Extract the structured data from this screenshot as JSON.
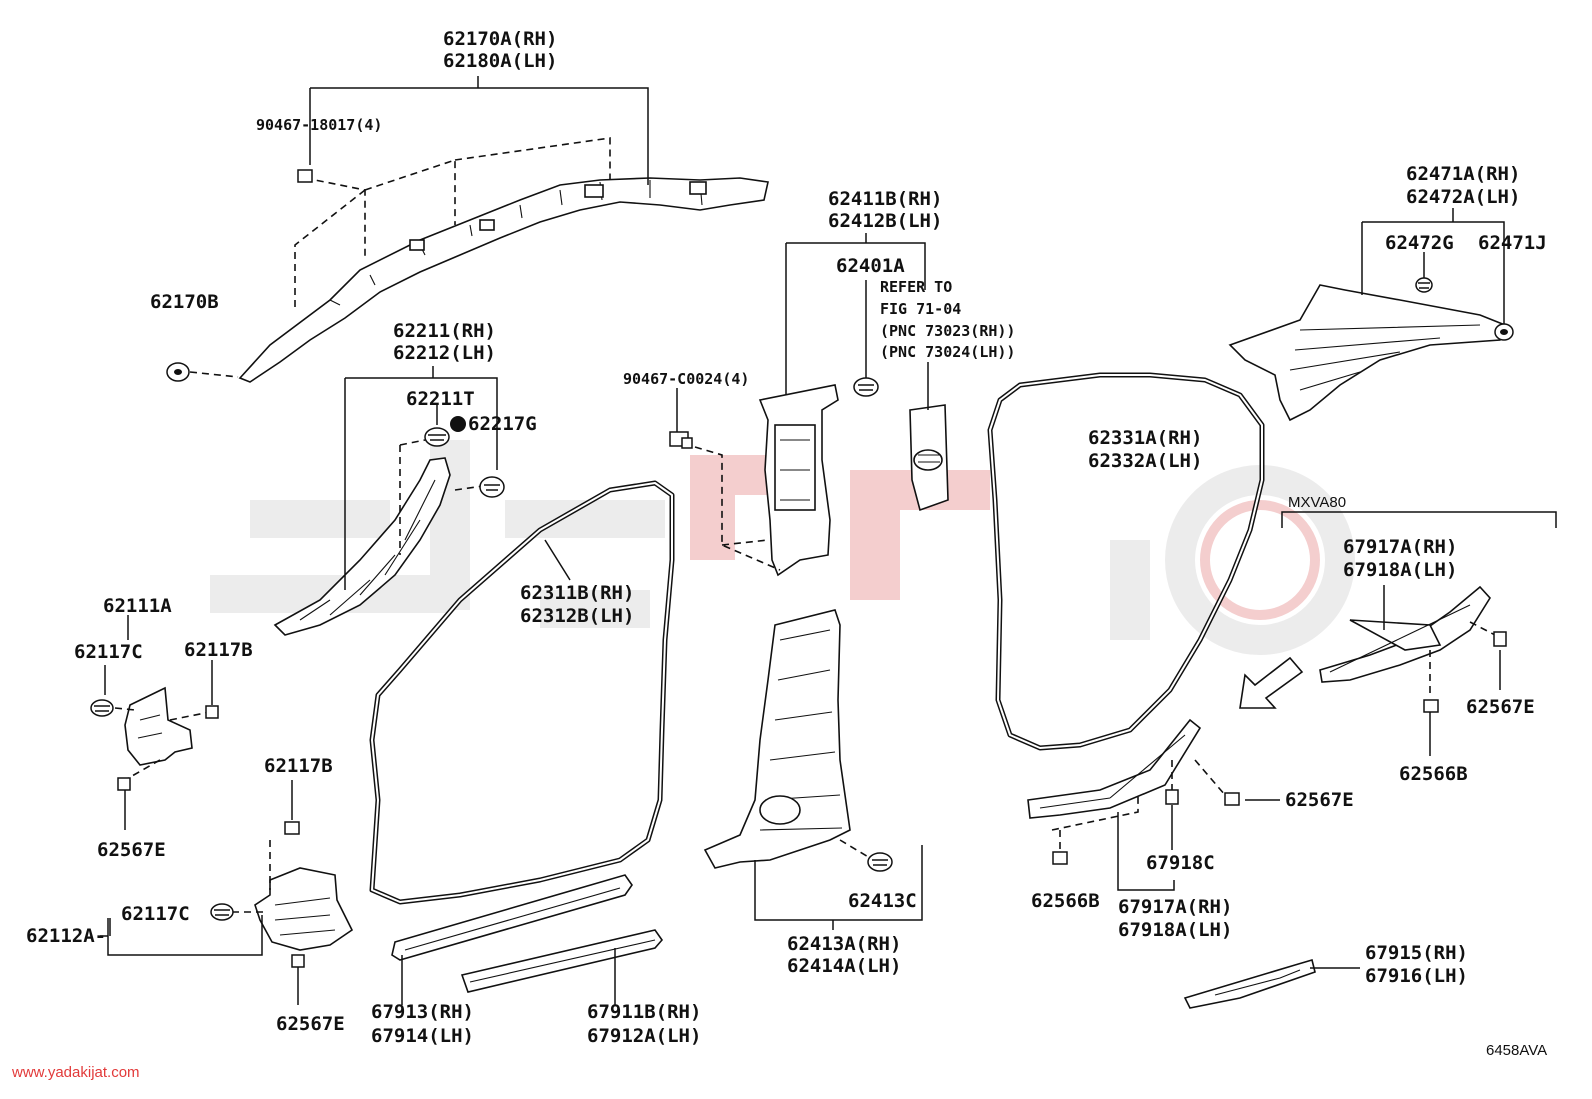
{
  "watermark": {
    "url": "www.yadakijat.com",
    "accent": "#e23a3a"
  },
  "diagram_code": "6458AVA",
  "labels": {
    "pillar_upper_rh": "62170A(RH)",
    "pillar_upper_lh": "62180A(LH)",
    "screw_18017": "90467-18017(4)",
    "clip_62170b": "62170B",
    "front_pillar_rh": "62211(RH)",
    "front_pillar_lh": "62212(LH)",
    "clip_62211t": "62211T",
    "clip_62217g": "62217G",
    "cowl_62111a": "62111A",
    "clip_62117c_top": "62117C",
    "clip_62117b_top": "62117B",
    "clip_62567e_left": "62567E",
    "clip_62117b_mid": "62117B",
    "cowl_62112a": "62112A-",
    "clip_62117c_bottom": "62117C",
    "clip_62567e_bottom": "62567E",
    "weatherstrip_front_rh": "62311B(RH)",
    "weatherstrip_front_lh": "62312B(LH)",
    "scuff_67913": "67913(RH)",
    "scuff_67914": "67914(LH)",
    "scuff_67911b": "67911B(RH)",
    "scuff_67912a": "67912A(LH)",
    "screw_c0024": "90467-C0024(4)",
    "center_upper_rh": "62411B(RH)",
    "center_upper_lh": "62412B(LH)",
    "clip_62401a": "62401A",
    "refer_to": "REFER TO",
    "refer_fig": "FIG 71-04",
    "refer_pnc_rh": "(PNC 73023(RH))",
    "refer_pnc_lh": "(PNC 73024(LH))",
    "center_lower_rh": "62413A(RH)",
    "center_lower_lh": "62414A(LH)",
    "clip_62413c": "62413C",
    "weatherstrip_rear_rh": "62331A(RH)",
    "weatherstrip_rear_lh": "62332A(LH)",
    "rear_pillar_rh": "62471A(RH)",
    "rear_pillar_lh": "62472A(LH)",
    "clip_62472g": "62472G",
    "clip_62471j": "62471J",
    "variant": "MXVA80",
    "rear_scuff_upper_rh": "67917A(RH)",
    "rear_scuff_upper_lh": "67918A(LH)",
    "clip_62567e_right": "62567E",
    "clip_62566b_right": "62566B",
    "clip_62567e_mid": "62567E",
    "clip_67918c": "67918C",
    "clip_62566b_mid": "62566B",
    "rear_scuff_lower_rh": "67917A(RH)",
    "rear_scuff_lower_lh": "67918A(LH)",
    "scuff_67915": "67915(RH)",
    "scuff_67916": "67916(LH)"
  }
}
